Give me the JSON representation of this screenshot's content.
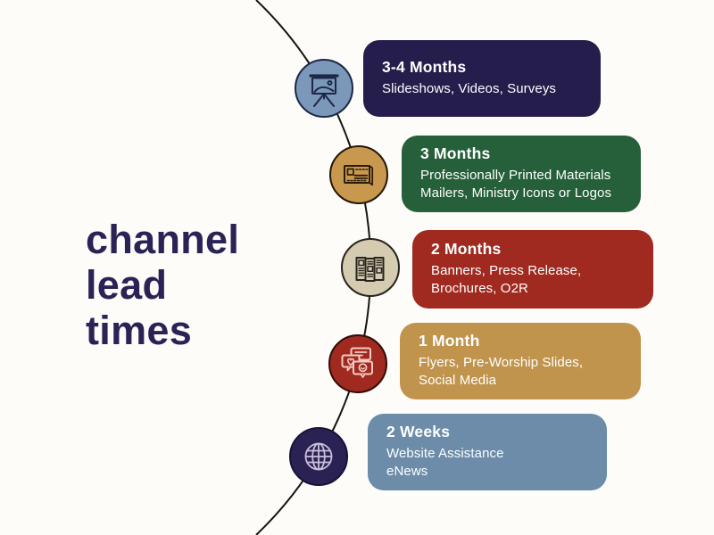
{
  "title": "channel\nlead\ntimes",
  "colors": {
    "background": "#fdfcf8",
    "title_text": "#2b2356",
    "timeline_line": "#141414",
    "card_text": "#ffffff"
  },
  "items": [
    {
      "heading": "3-4 Months",
      "description_lines": [
        "Slideshows, Videos, Surveys"
      ],
      "icon": "presentation-easel-icon",
      "card_color": "#251e4d",
      "circle_color": "#7b98ba",
      "ring_color": "#1d2747",
      "icon_color": "#1d2747"
    },
    {
      "heading": "3 Months",
      "description_lines": [
        "Professionally Printed Materials",
        "Mailers, Ministry Icons or Logos"
      ],
      "icon": "mailer-envelope-icon",
      "card_color": "#26603a",
      "circle_color": "#c9984f",
      "ring_color": "#241707",
      "icon_color": "#2b1c08"
    },
    {
      "heading": "2 Months",
      "description_lines": [
        "Banners, Press Release,",
        "Brochures, O2R"
      ],
      "icon": "brochure-icon",
      "card_color": "#a02920",
      "circle_color": "#d4cbb0",
      "ring_color": "#26241c",
      "icon_color": "#26241c"
    },
    {
      "heading": "1 Month",
      "description_lines": [
        "Flyers, Pre-Worship Slides,",
        "Social Media"
      ],
      "icon": "chat-bubbles-icon",
      "card_color": "#c0944d",
      "circle_color": "#a02920",
      "ring_color": "#300c07",
      "icon_color": "#f3cbc2"
    },
    {
      "heading": "2 Weeks",
      "description_lines": [
        "Website Assistance",
        "eNews"
      ],
      "icon": "globe-icon",
      "card_color": "#6c8caa",
      "circle_color": "#2a2253",
      "ring_color": "#191238",
      "icon_color": "#cbbfdc"
    }
  ]
}
